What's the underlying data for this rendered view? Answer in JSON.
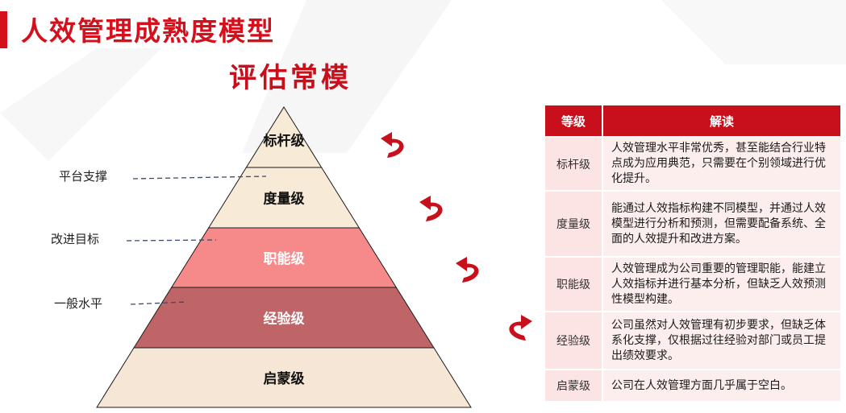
{
  "header": {
    "title": "人效管理成熟度模型",
    "subtitle": "评估常模"
  },
  "pyramid": {
    "layers": [
      {
        "label": "标杆级",
        "color": "#f7ead7"
      },
      {
        "label": "度量级",
        "color": "#f7ead7"
      },
      {
        "label": "职能级",
        "color": "#f6898a"
      },
      {
        "label": "经验级",
        "color": "#bf6568"
      },
      {
        "label": "启蒙级",
        "color": "#f5e6d6"
      }
    ],
    "text_dark": "#111111",
    "text_light": "#ffffff"
  },
  "side_labels": [
    {
      "text": "平台支撑"
    },
    {
      "text": "改进目标"
    },
    {
      "text": "一般水平"
    }
  ],
  "arrow_color": "#c8101d",
  "table": {
    "header_level": "等级",
    "header_desc": "解读",
    "rows": [
      {
        "level": "标杆级",
        "desc": "人效管理水平非常优秀，甚至能结合行业特点成为应用典范，只需要在个别领域进行优化提升。"
      },
      {
        "level": "度量级",
        "desc": "能通过人效指标构建不同模型，并通过人效模型进行分析和预测，但需要配备系统、全面的人效提升和改进方案。"
      },
      {
        "level": "职能级",
        "desc": "人效管理成为公司重要的管理职能，能建立人效指标并进行基本分析，但缺乏人效预测性模型构建。"
      },
      {
        "level": "经验级",
        "desc": "公司虽然对人效管理有初步要求，但缺乏体系化支撑，仅根据过往经验对部门或员工提出绩效要求。"
      },
      {
        "level": "启蒙级",
        "desc": "公司在人效管理方面几乎属于空白。"
      }
    ]
  }
}
